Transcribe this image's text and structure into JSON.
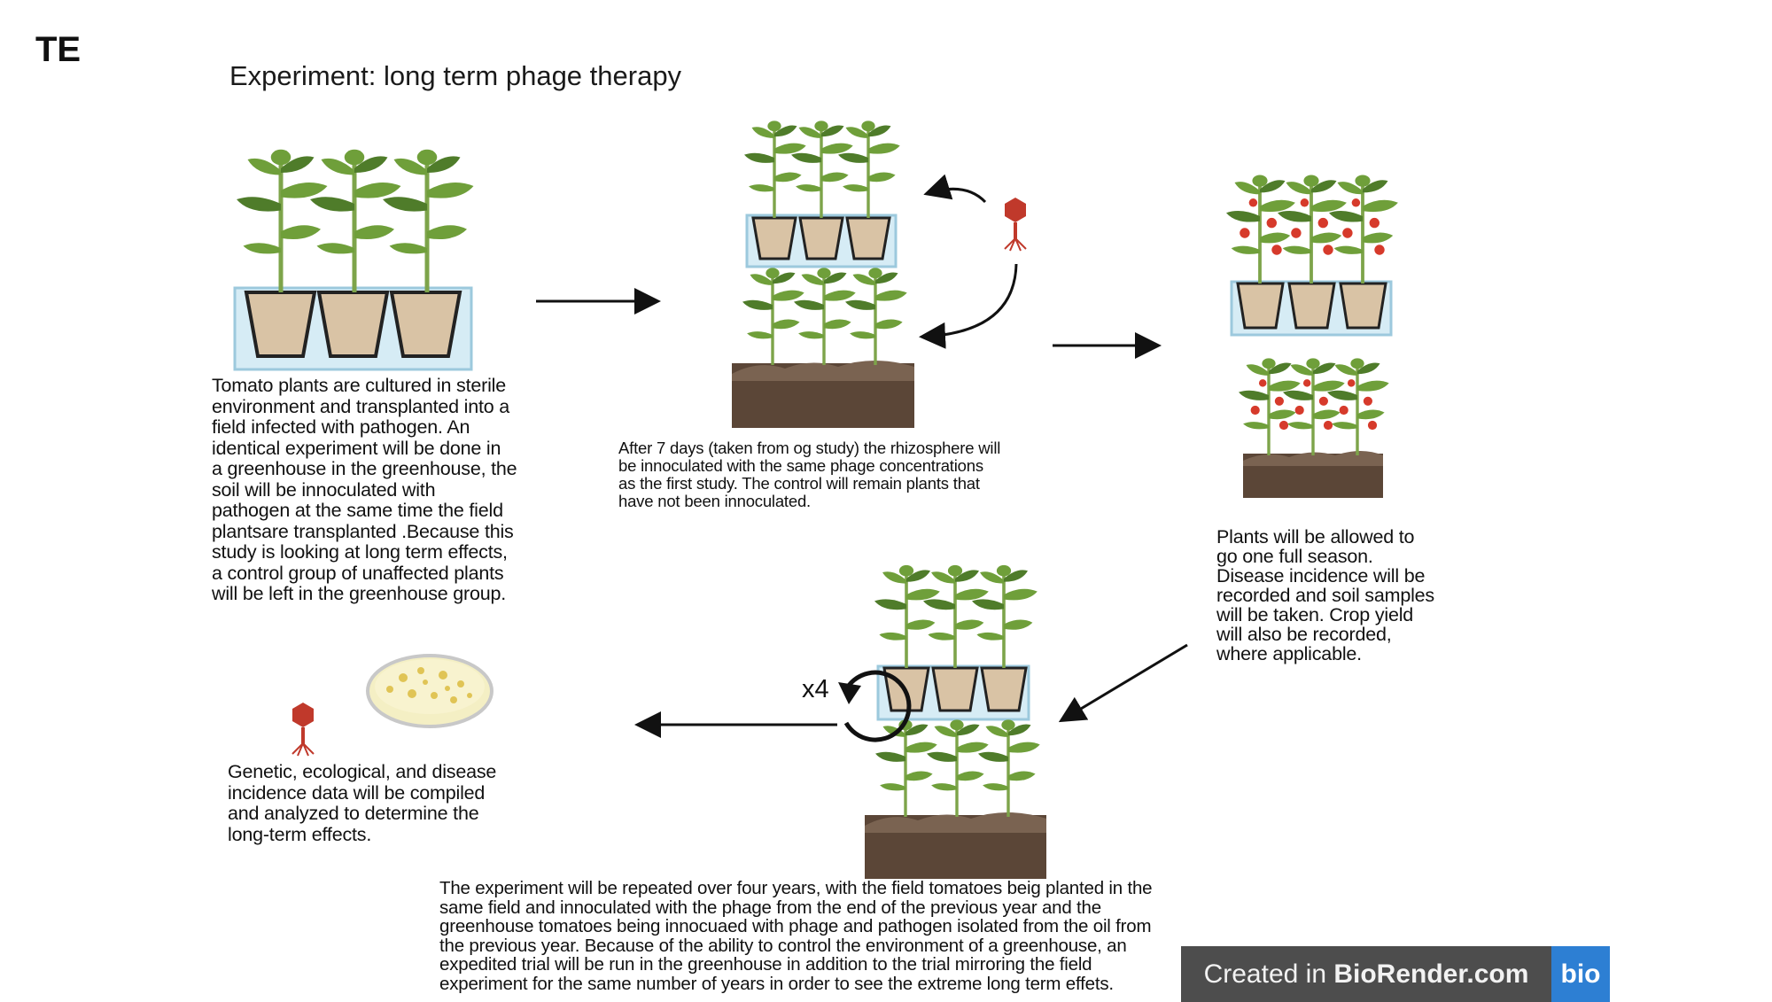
{
  "corner_label": "TE",
  "title": "Experiment: long term phage therapy",
  "steps": {
    "step1_text": [
      "Tomato plants are cultured in sterile",
      "environment and transplanted into a",
      "field infected with pathogen. An",
      "identical experiment will be done in",
      "a greenhouse in the greenhouse, the",
      "soil will be innoculated with",
      "pathogen at the same time the field",
      "plantsare transplanted .Because this",
      "study is looking at long term effects,",
      "a control group of unaffected plants",
      "will be left in the greenhouse group."
    ],
    "step2_text": [
      "After 7 days (taken from og study) the rhizosphere will",
      "be innoculated with the same phage concentrations",
      "as the first study. The control will remain plants that",
      "have not been innoculated."
    ],
    "step3_text": [
      "Plants will be allowed to",
      "go one full season.",
      "Disease incidence will be",
      "recorded and soil samples",
      "will be taken. Crop yield",
      "will also be recorded,",
      "where applicable."
    ],
    "step5_text": [
      "Genetic, ecological, and disease",
      "incidence data will be compiled",
      "and analyzed to determine the",
      "long-term effects."
    ],
    "repeat_text": [
      "The experiment will be repeated over four years, with the field tomatoes beig planted in the",
      "same field and innoculated with the phage from the end of the previous year and the",
      "greenhouse tomatoes being innocuaed with phage and pathogen isolated from the oil from",
      "the previous year. Because of the ability to control the environment of a greenhouse, an",
      "expedited trial will be run in the greenhouse in addition to the trial mirroring the field",
      "experiment for the same number of years in order to see the extreme long term effets."
    ],
    "repeat_count": "x4"
  },
  "badge": {
    "prefix": "Created in ",
    "brand": "BioRender.com",
    "logo": "bio"
  },
  "colors": {
    "leaf": "#6f9f3a",
    "leaf_dark": "#4f7c2a",
    "stem": "#7da44a",
    "pot": "#d9c3a5",
    "water": "#d6ecf5",
    "water_edge": "#9cc9dd",
    "soil_top": "#7a6351",
    "soil": "#5b4637",
    "tomato": "#d63a2b",
    "phage": "#c0392b",
    "petri_fill": "#f4efc4",
    "colony": "#e0c455",
    "badge_bg": "#4d4d4d",
    "badge_logo": "#2d7fd3"
  }
}
